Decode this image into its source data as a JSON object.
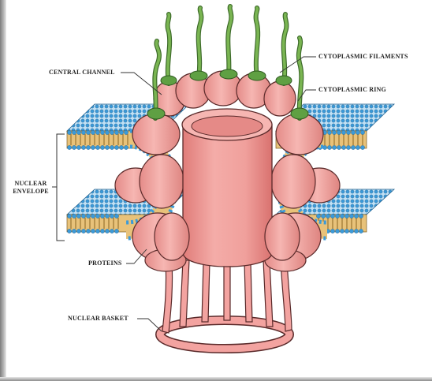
{
  "labels": {
    "central_channel": "CENTRAL CHANNEL",
    "cytoplasmic_filaments": "CYTOPLASMIC FILAMENTS",
    "cytoplasmic_ring": "CYTOPLASMIC RING",
    "nuclear_envelope_line1": "NUCLEAR",
    "nuclear_envelope_line2": "ENVELOPE",
    "proteins": "PROTEINS",
    "nuclear_basket": "NUCLEAR BASKET"
  },
  "colors": {
    "protein_fill": "#f3a3a0",
    "protein_outline": "#5a2a2a",
    "membrane_head": "#3b9ad9",
    "membrane_tail": "#e8c27a",
    "filament": "#6fa84a",
    "cap": "#4f8f3a"
  },
  "icons": {
    "nuclear_envelope_bracket": "bracket-icon"
  }
}
